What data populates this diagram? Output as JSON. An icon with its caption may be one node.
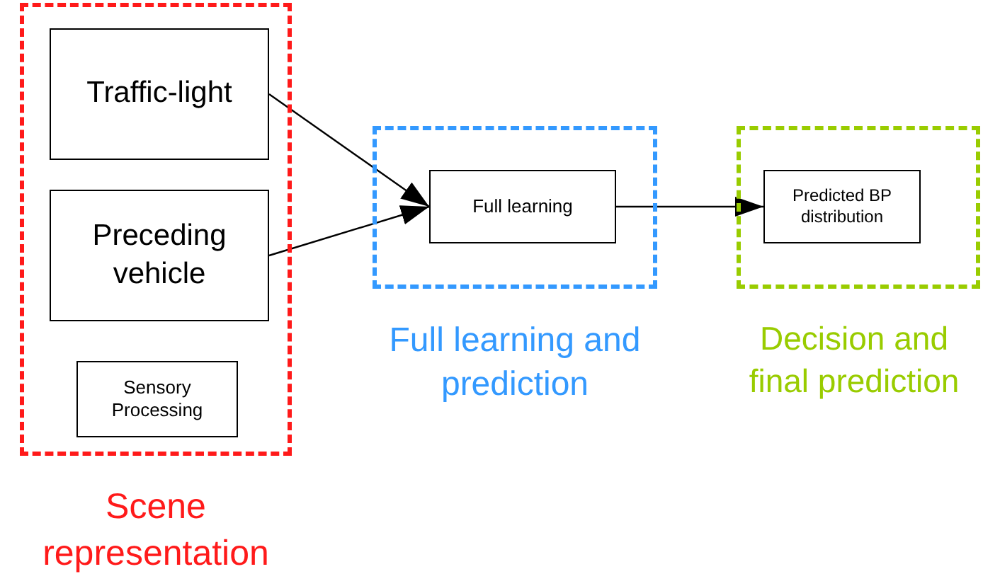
{
  "diagram": {
    "nodes": [
      {
        "text": [
          "Scene representation"
        ]
      },
      {
        "text": [
          "Traffic-light"
        ],
        "in": 0
      },
      {
        "text": [
          "Preceding vehicle"
        ],
        "in": 0
      },
      {
        "text": [
          "Sensory Processing"
        ],
        "in": 0
      },
      {
        "text": [
          "Full learning and prediction"
        ]
      },
      {
        "text": [
          "Full learning"
        ],
        "in": 4
      },
      {
        "text": [
          "Decision and final prediction"
        ]
      },
      {
        "text": [
          "Predicted BP distribution"
        ],
        "in": 6
      }
    ],
    "edges": [
      {
        "from": 1,
        "to": 5,
        "arrow": "to"
      },
      {
        "from": 2,
        "to": 5,
        "arrow": "to"
      },
      {
        "from": 5,
        "to": 7,
        "arrow": "to"
      }
    ]
  }
}
